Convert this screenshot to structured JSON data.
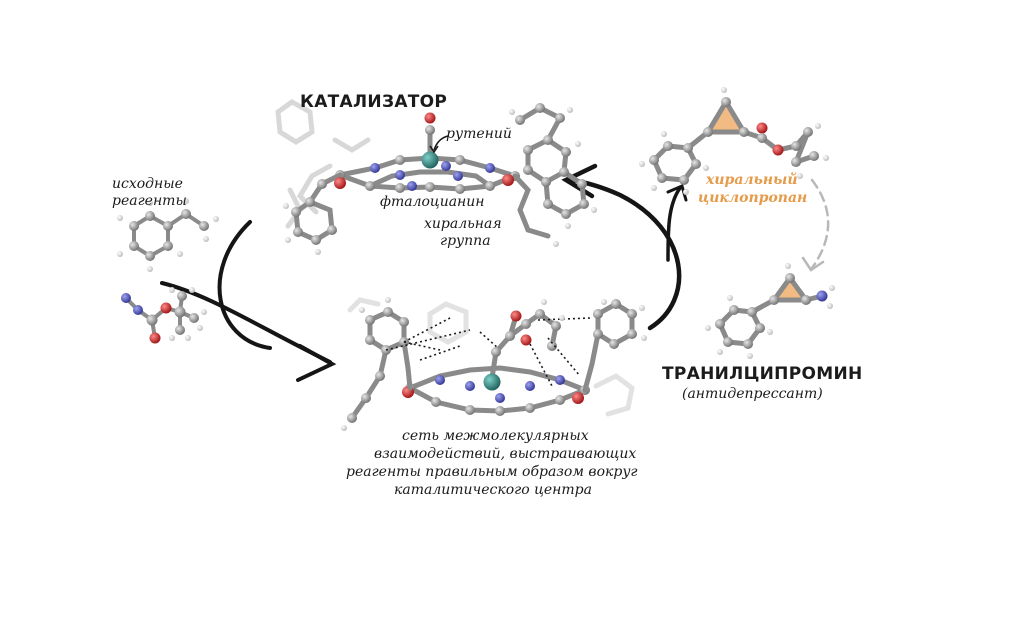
{
  "labels": {
    "catalyst": "КАТАЛИЗАТОР",
    "ruthenium": "рутений",
    "phthalocyanine": "фталоцианин",
    "chiral_group_line1": "хиральная",
    "chiral_group_line2": "группа",
    "reagents_line1": "исходные",
    "reagents_line2": "реагенты",
    "network_line1": "сеть межмолекулярных",
    "network_line2": "взаимодействий, выстраивающих",
    "network_line3": "реагенты правильным образом вокруг",
    "network_line4": "каталитического центра",
    "chiral_cyclopropane_line1": "хиральный",
    "chiral_cyclopropane_line2": "циклопропан",
    "tranylcypromine": "ТРАНИЛЦИПРОМИН",
    "antidepressant": "(антидепрессант)"
  },
  "colors": {
    "carbon": "#8e8e8e",
    "nitrogen": "#4a4fb5",
    "oxygen": "#c21d1d",
    "ruthenium": "#2d7f7a",
    "accent_orange": "#e59b4a",
    "arrow": "#151515",
    "dashed_arrow": "#b8b8b8"
  }
}
